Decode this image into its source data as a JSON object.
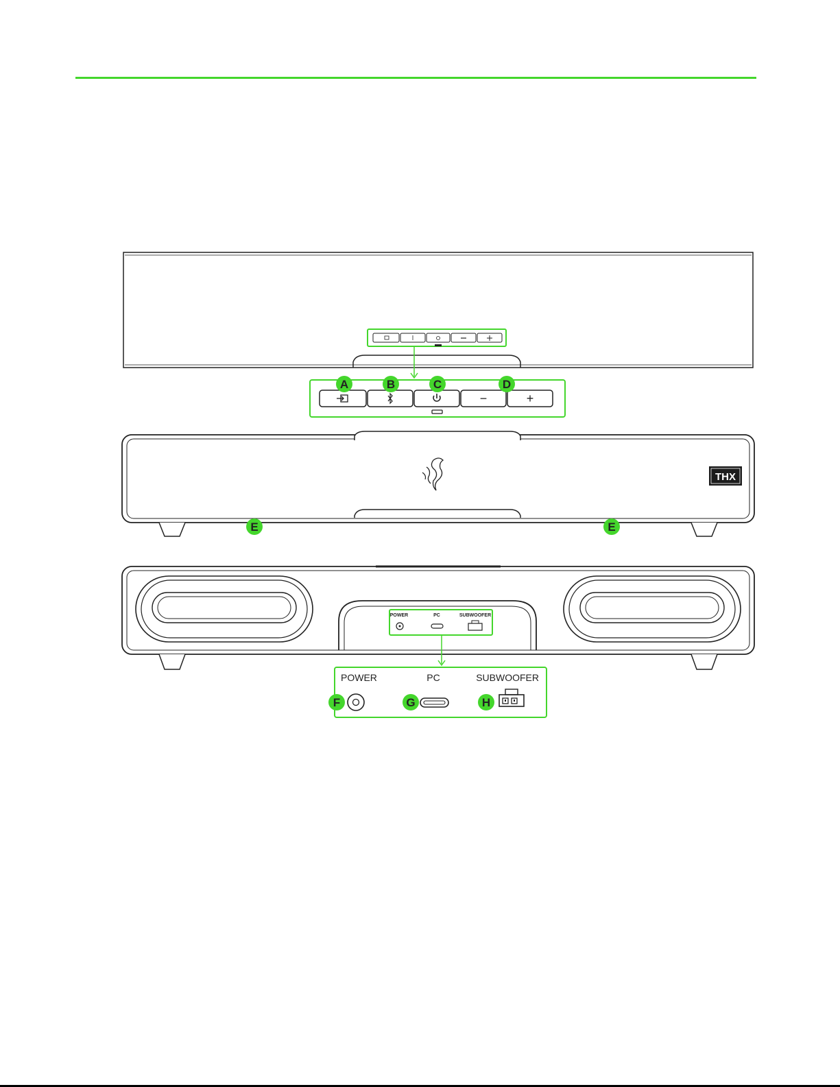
{
  "brand_accent": "#44d62c",
  "logo_text": "THX",
  "top_panel": {
    "small_labels": [
      "POWER",
      "PC",
      "SUBWOOFER"
    ]
  },
  "callouts": {
    "buttons": [
      {
        "letter": "A",
        "icon": "input-source-icon"
      },
      {
        "letter": "B",
        "icon": "bluetooth-icon"
      },
      {
        "letter": "C",
        "icon": "power-icon"
      },
      {
        "letter": "D",
        "icon": "volume-icon"
      }
    ],
    "volume_minus": "−",
    "volume_plus": "+",
    "feet": [
      "E",
      "E"
    ],
    "ports": [
      {
        "letter": "F",
        "label": "POWER",
        "icon": "dc-power-port-icon"
      },
      {
        "letter": "G",
        "label": "PC",
        "icon": "usb-c-port-icon"
      },
      {
        "letter": "H",
        "label": "SUBWOOFER",
        "icon": "subwoofer-port-icon"
      }
    ]
  }
}
